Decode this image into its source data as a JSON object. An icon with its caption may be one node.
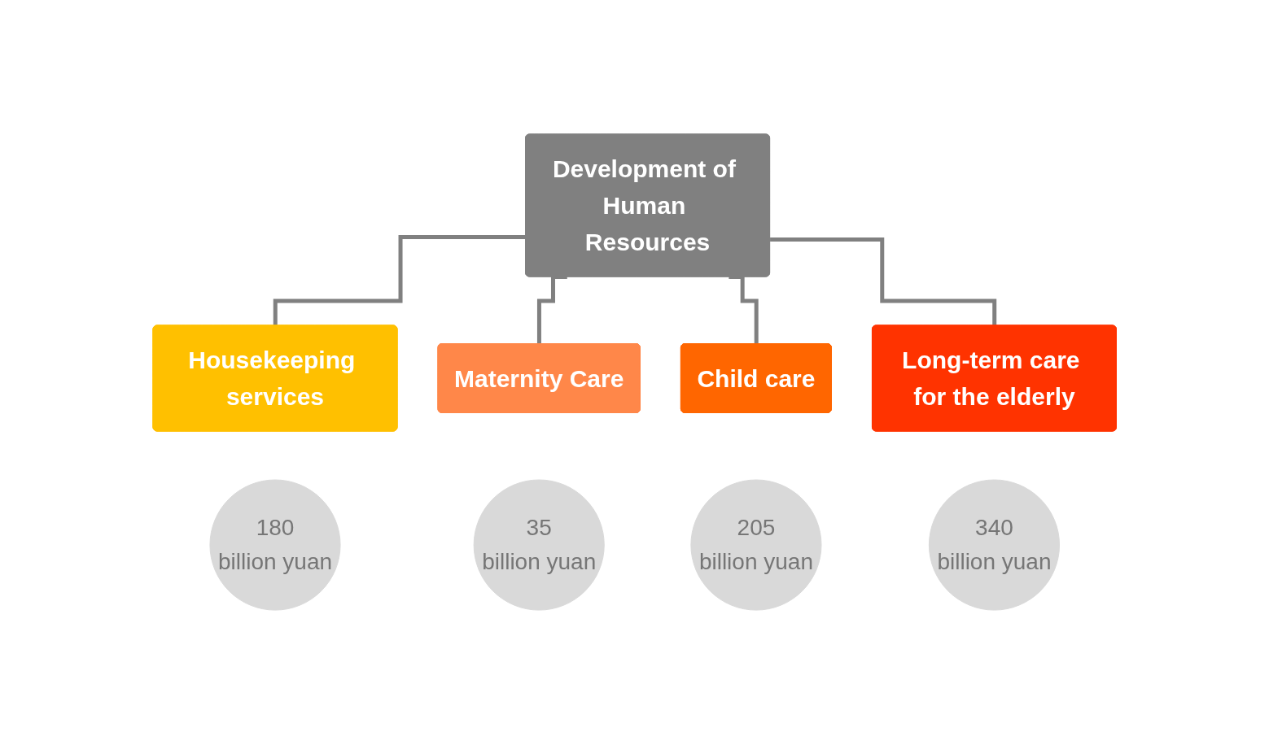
{
  "diagram": {
    "nodes": [
      {
        "text": [
          "Development of Human Resources"
        ]
      },
      {
        "text": [
          "Housekeeping services"
        ]
      },
      {
        "text": [
          "Maternity Care"
        ]
      },
      {
        "text": [
          "Child care"
        ]
      },
      {
        "text": [
          "Long-term care for the elderly"
        ]
      },
      {
        "text": [
          "180",
          "billion yuan"
        ]
      },
      {
        "text": [
          "35",
          "billion yuan"
        ]
      },
      {
        "text": [
          "205",
          "billion yuan"
        ]
      },
      {
        "text": [
          "340",
          "billion yuan"
        ]
      }
    ],
    "edges": [
      {
        "from": 0,
        "to": 1,
        "arrow": "none"
      },
      {
        "from": 0,
        "to": 2,
        "arrow": "none"
      },
      {
        "from": 0,
        "to": 3,
        "arrow": "none"
      },
      {
        "from": 0,
        "to": 4,
        "arrow": "none"
      }
    ]
  }
}
